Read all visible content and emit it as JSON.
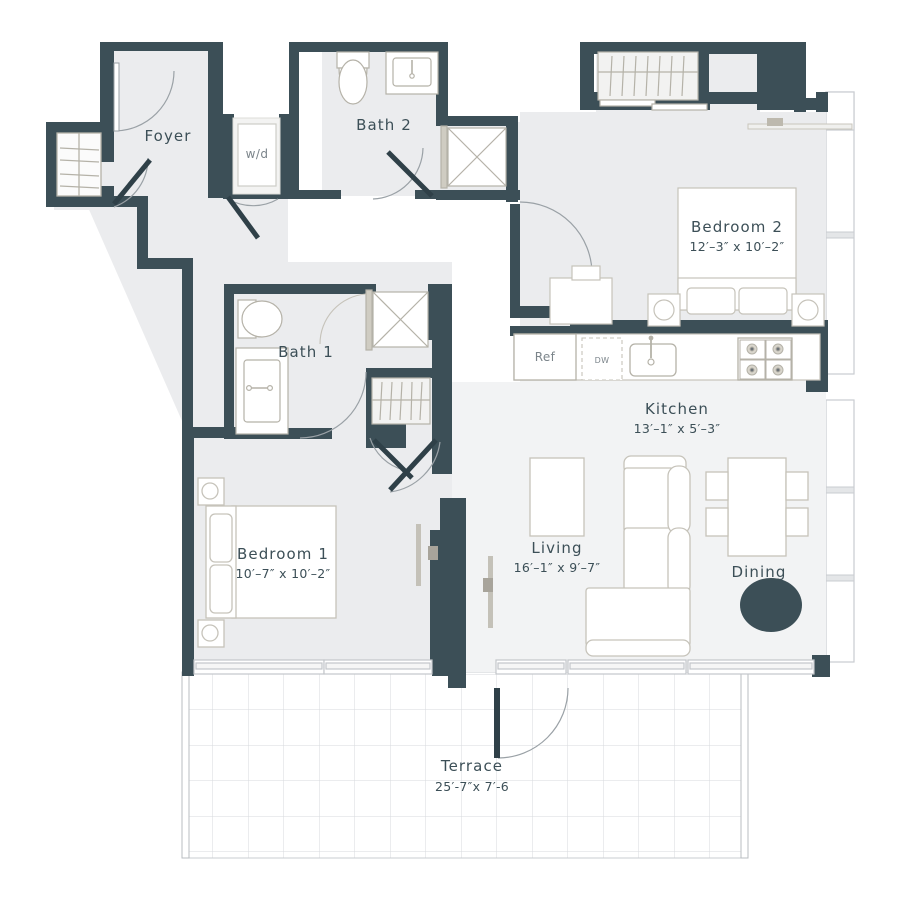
{
  "plan": {
    "background": "#ffffff",
    "wall_color": "#3c4f57",
    "interior_fill": "#ebecee",
    "secondary_fill": "#f2f3f4",
    "fixture_stroke": "#b5b2a8",
    "text_color": "#3c4f57",
    "muted_text": "#7b848a"
  },
  "rooms": [
    {
      "key": "foyer",
      "name": "Foyer",
      "dimensions": ""
    },
    {
      "key": "bath2",
      "name": "Bath 2",
      "dimensions": ""
    },
    {
      "key": "bath1",
      "name": "Bath 1",
      "dimensions": ""
    },
    {
      "key": "bedroom2",
      "name": "Bedroom 2",
      "dimensions": "12′–3″ x 10′–2″"
    },
    {
      "key": "bedroom1",
      "name": "Bedroom 1",
      "dimensions": "10′–7″ x 10′–2″"
    },
    {
      "key": "kitchen",
      "name": "Kitchen",
      "dimensions": "13′–1″ x 5′–3″"
    },
    {
      "key": "living",
      "name": "Living",
      "dimensions": "16′–1″ x 9′–7″"
    },
    {
      "key": "dining",
      "name": "Dining",
      "dimensions": ""
    },
    {
      "key": "terrace",
      "name": "Terrace",
      "dimensions": "25′-7″x 7′-6"
    }
  ],
  "fixtures": {
    "washer_dryer": "w/d",
    "refrigerator": "Ref",
    "dishwasher": "DW"
  }
}
